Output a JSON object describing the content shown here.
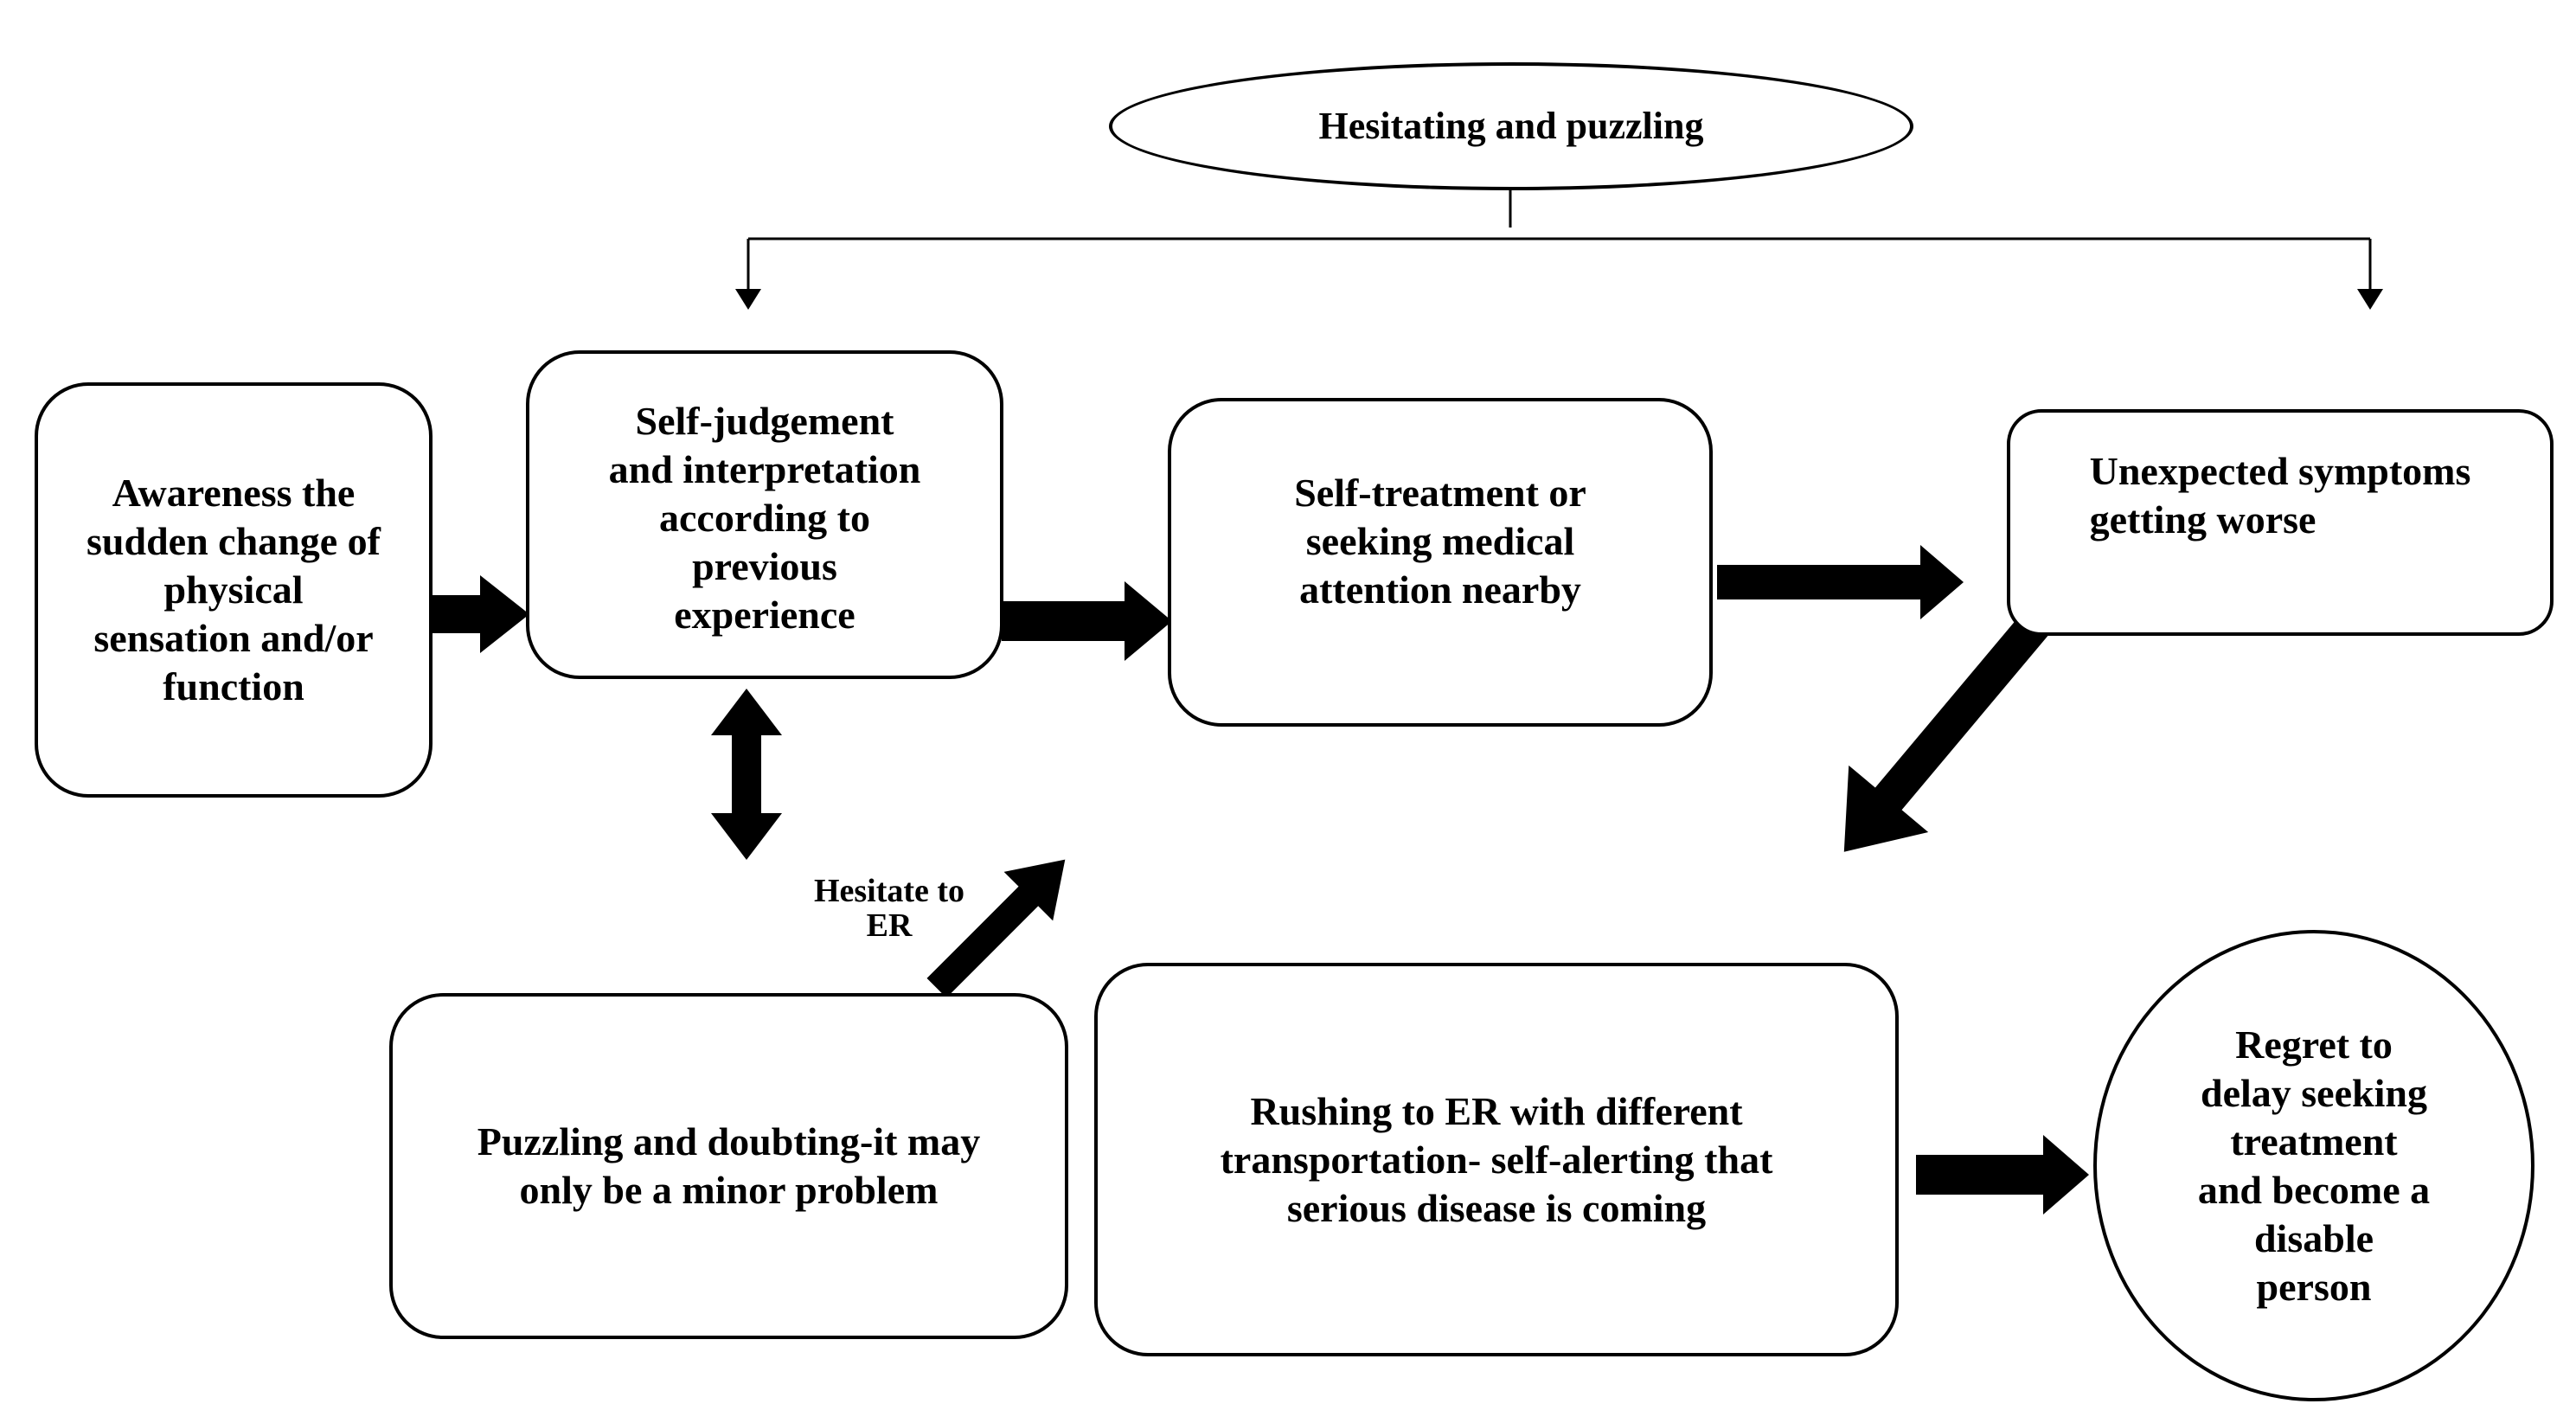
{
  "header": {
    "label": "Hesitating and puzzling"
  },
  "nodes": {
    "awareness": "Awareness the\nsudden change of\nphysical\nsensation and/or\nfunction",
    "self_judgement": "Self-judgement\nand interpretation\naccording to\nprevious\nexperience",
    "self_treatment": "Self-treatment or\nseeking medical\nattention nearby",
    "unexpected": "Unexpected  symptoms\ngetting worse",
    "puzzling": "Puzzling and doubting-it may\nonly be a minor problem",
    "rushing": "Rushing to ER with different\ntransportation- self-alerting that\nserious disease is coming",
    "regret": "Regret to\ndelay seeking\ntreatment\nand become a\ndisable\nperson"
  },
  "labels": {
    "hesitate": "Hesitate to\nER"
  }
}
